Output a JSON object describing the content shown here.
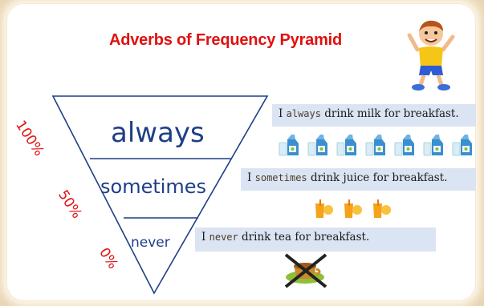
{
  "title": "Adverbs of Frequency Pyramid",
  "levels": [
    {
      "word": "always",
      "percent": "100%",
      "sentence_before": "I ",
      "adverb": "always",
      "sentence_after": " drink milk for breakfast.",
      "icon": "milk-carton-icon",
      "icon_count": 7
    },
    {
      "word": "sometimes",
      "percent": "50%",
      "sentence_before": "I ",
      "adverb": "sometimes",
      "sentence_after": " drink juice for breakfast.",
      "icon": "juice-glass-icon",
      "icon_count": 3
    },
    {
      "word": "never",
      "percent": "0%",
      "sentence_before": "I ",
      "adverb": "never",
      "sentence_after": " drink tea for breakfast.",
      "icon": "crossed-tea-cup-icon",
      "icon_count": 1
    }
  ],
  "colors": {
    "title": "#e01010",
    "percent": "#e01010",
    "pyramid_words": "#1e3f86",
    "pyramid_lines": "#1e3f86",
    "sentence_bg": "#dbe4f2",
    "page_bg": "#e9d6b4"
  },
  "illustration": "cartoon-boy-icon"
}
